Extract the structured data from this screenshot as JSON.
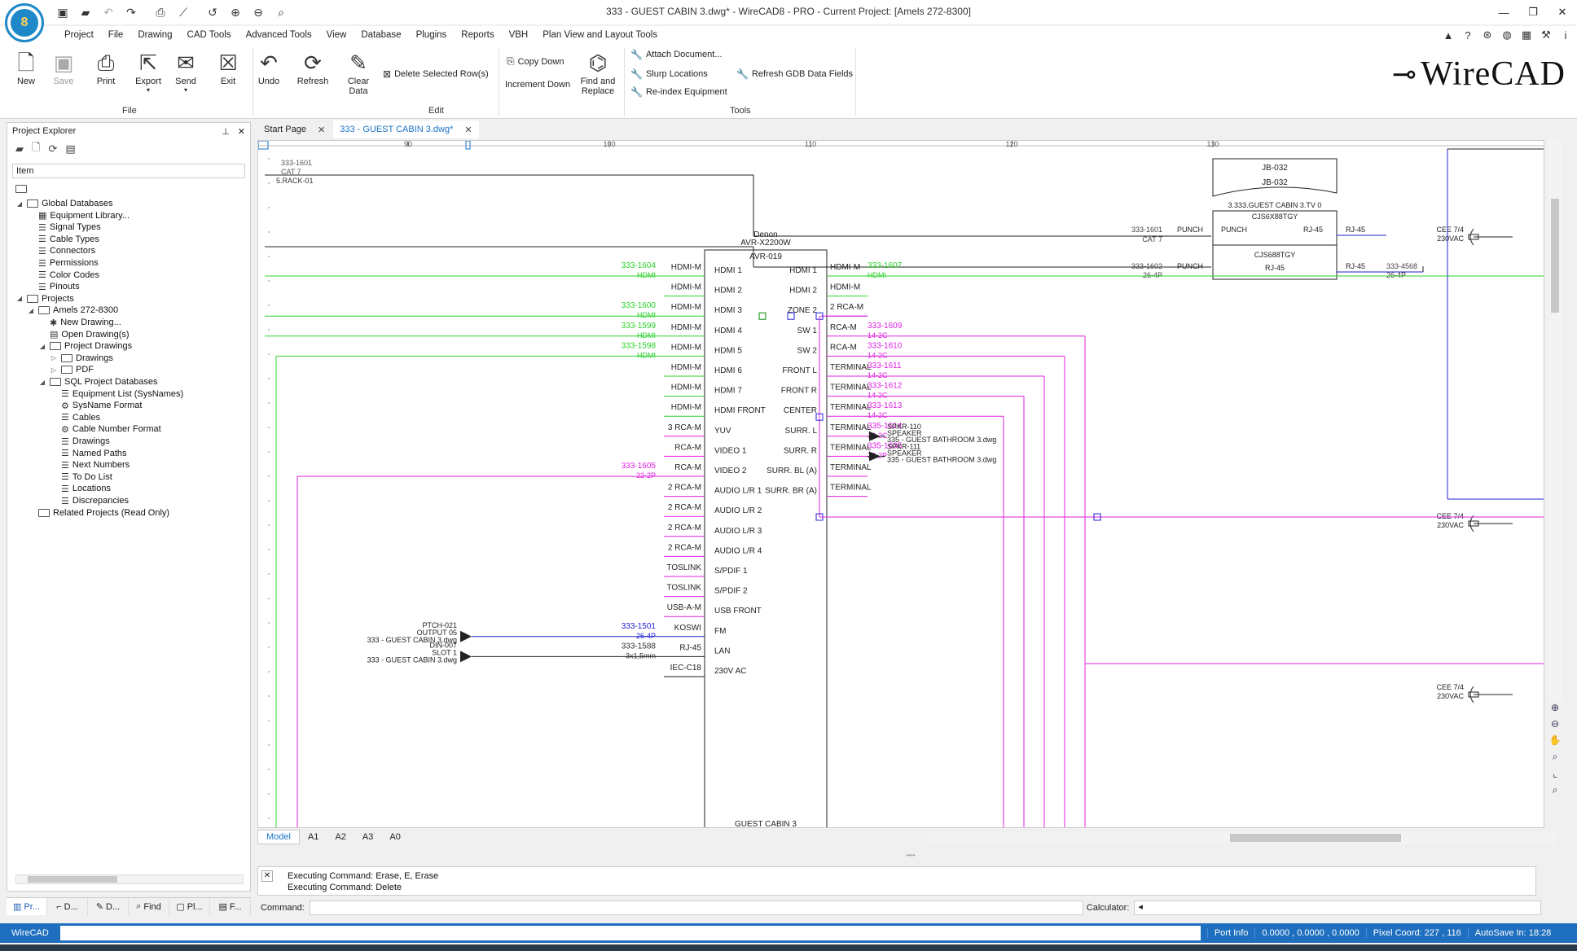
{
  "window": {
    "title": "333 - GUEST CABIN 3.dwg* - WireCAD8 - PRO - Current Project: [Amels 272-8300]",
    "logo_text": "8"
  },
  "menu": [
    "Project",
    "File",
    "Drawing",
    "CAD Tools",
    "Advanced Tools",
    "View",
    "Database",
    "Plugins",
    "Reports",
    "VBH",
    "Plan View and Layout Tools"
  ],
  "ribbon": {
    "file": {
      "new": "New",
      "save": "Save",
      "print": "Print",
      "export": "Export",
      "send": "Send",
      "exit": "Exit",
      "group": "File"
    },
    "edit": {
      "undo": "Undo",
      "refresh": "Refresh",
      "clear": "Clear\nData",
      "delete_rows": "Delete Selected Row(s)",
      "copy_down": "Copy Down",
      "increment_down": "Increment Down",
      "find_replace": "Find and\nReplace",
      "group": "Edit"
    },
    "tools": {
      "attach": "Attach Document...",
      "slurp": "Slurp Locations",
      "reindex": "Re-index Equipment",
      "refresh_gdb": "Refresh GDB Data Fields",
      "group": "Tools"
    },
    "brand": "WireCAD"
  },
  "explorer": {
    "title": "Project Explorer",
    "column": "Item",
    "nodes": [
      {
        "label": "Global Databases",
        "level": 1,
        "exp": "◢",
        "icon": "folder"
      },
      {
        "label": "Equipment Library...",
        "level": 2,
        "exp": "",
        "icon": "grid"
      },
      {
        "label": "Signal Types",
        "level": 2,
        "exp": "",
        "icon": "list"
      },
      {
        "label": "Cable Types",
        "level": 2,
        "exp": "",
        "icon": "list"
      },
      {
        "label": "Connectors",
        "level": 2,
        "exp": "",
        "icon": "list"
      },
      {
        "label": "Permissions",
        "level": 2,
        "exp": "",
        "icon": "list"
      },
      {
        "label": "Color Codes",
        "level": 2,
        "exp": "",
        "icon": "list"
      },
      {
        "label": "Pinouts",
        "level": 2,
        "exp": "",
        "icon": "list"
      },
      {
        "label": "Projects",
        "level": 1,
        "exp": "◢",
        "icon": "folder"
      },
      {
        "label": "Amels 272-8300",
        "level": 2,
        "exp": "◢",
        "icon": "folder"
      },
      {
        "label": "New Drawing...",
        "level": 3,
        "exp": "",
        "icon": "new"
      },
      {
        "label": "Open Drawing(s)",
        "level": 3,
        "exp": "",
        "icon": "open"
      },
      {
        "label": "Project Drawings",
        "level": 3,
        "exp": "◢",
        "icon": "folder"
      },
      {
        "label": "Drawings",
        "level": 4,
        "exp": "▷",
        "icon": "folder"
      },
      {
        "label": "PDF",
        "level": 4,
        "exp": "▷",
        "icon": "folder"
      },
      {
        "label": "SQL Project Databases",
        "level": 3,
        "exp": "◢",
        "icon": "folder"
      },
      {
        "label": "Equipment List (SysNames)",
        "level": 4,
        "exp": "",
        "icon": "list"
      },
      {
        "label": "SysName Format",
        "level": 4,
        "exp": "",
        "icon": "gear"
      },
      {
        "label": "Cables",
        "level": 4,
        "exp": "",
        "icon": "list"
      },
      {
        "label": "Cable Number Format",
        "level": 4,
        "exp": "",
        "icon": "gear"
      },
      {
        "label": "Drawings",
        "level": 4,
        "exp": "",
        "icon": "list"
      },
      {
        "label": "Named Paths",
        "level": 4,
        "exp": "",
        "icon": "list"
      },
      {
        "label": "Next Numbers",
        "level": 4,
        "exp": "",
        "icon": "list"
      },
      {
        "label": "To Do List",
        "level": 4,
        "exp": "",
        "icon": "list"
      },
      {
        "label": "Locations",
        "level": 4,
        "exp": "",
        "icon": "list"
      },
      {
        "label": "Discrepancies",
        "level": 4,
        "exp": "",
        "icon": "list"
      },
      {
        "label": "Related Projects (Read Only)",
        "level": 2,
        "exp": "",
        "icon": "folder"
      }
    ],
    "tabs": [
      "Pr...",
      "D...",
      "D...",
      "Find",
      "Pl...",
      "F..."
    ]
  },
  "doctabs": [
    {
      "label": "Start Page",
      "active": false
    },
    {
      "label": "333 - GUEST CABIN 3.dwg*",
      "active": true
    }
  ],
  "drawing": {
    "ruler": [
      "90",
      "100",
      "110",
      "120",
      "130"
    ],
    "top_cable": {
      "num": "333-1601",
      "type": "CAT 7",
      "dest": "5.RACK-01"
    },
    "jb": {
      "a": "JB-032",
      "b": "JB-032",
      "loc": "3.333.GUEST CABIN 3.TV 0"
    },
    "cjs1": {
      "name": "CJS6X88TGY",
      "l": "PUNCH",
      "r": "RJ-45",
      "cable": "333-1601",
      "ctype": "CAT 7",
      "lconn": "PUNCH",
      "rconn": "RJ-45"
    },
    "cjs2": {
      "name": "CJS688TGY",
      "r": "RJ-45",
      "cable": "333-1602",
      "ctype": "26-4P",
      "lconn": "PUNCH",
      "rconn": "RJ-45",
      "rcable": "333-4568",
      "rtype": "26-4P"
    },
    "cee": [
      "CEE 7/4",
      "230VAC"
    ],
    "device": {
      "mfr": "Denon",
      "model": "AVR-X2200W",
      "id": "AVR-019",
      "loc": "GUEST CABIN 3"
    },
    "left_ports": [
      {
        "p": "HDMI 1",
        "c": "HDMI-M",
        "n": "333-1604",
        "t": "HDMI"
      },
      {
        "p": "HDMI 2",
        "c": "HDMI-M",
        "n": "",
        "t": ""
      },
      {
        "p": "HDMI 3",
        "c": "HDMI-M",
        "n": "333-1600",
        "t": "HDMI"
      },
      {
        "p": "HDMI 4",
        "c": "HDMI-M",
        "n": "333-1599",
        "t": "HDMI"
      },
      {
        "p": "HDMI 5",
        "c": "HDMI-M",
        "n": "333-1598",
        "t": "HDMI"
      },
      {
        "p": "HDMI 6",
        "c": "HDMI-M",
        "n": "",
        "t": ""
      },
      {
        "p": "HDMI 7",
        "c": "HDMI-M",
        "n": "",
        "t": ""
      },
      {
        "p": "HDMI FRONT",
        "c": "HDMI-M",
        "n": "",
        "t": ""
      },
      {
        "p": "YUV",
        "c": "3 RCA-M",
        "n": "",
        "t": ""
      },
      {
        "p": "VIDEO 1",
        "c": "RCA-M",
        "n": "",
        "t": ""
      },
      {
        "p": "VIDEO 2",
        "c": "RCA-M",
        "n": "333-1605",
        "t": "22-2P"
      },
      {
        "p": "AUDIO L/R 1",
        "c": "2 RCA-M",
        "n": "",
        "t": ""
      },
      {
        "p": "AUDIO L/R 2",
        "c": "2 RCA-M",
        "n": "",
        "t": ""
      },
      {
        "p": "AUDIO L/R 3",
        "c": "2 RCA-M",
        "n": "",
        "t": ""
      },
      {
        "p": "AUDIO L/R 4",
        "c": "2 RCA-M",
        "n": "",
        "t": ""
      },
      {
        "p": "S/PDIF 1",
        "c": "TOSLINK",
        "n": "",
        "t": ""
      },
      {
        "p": "S/PDIF 2",
        "c": "TOSLINK",
        "n": "",
        "t": ""
      },
      {
        "p": "USB FRONT",
        "c": "USB-A-M",
        "n": "",
        "t": ""
      },
      {
        "p": "FM",
        "c": "KOSWI",
        "n": "333-1501",
        "t": "26-4P"
      },
      {
        "p": "LAN",
        "c": "RJ-45",
        "n": "333-1588",
        "t": "3x1,5mm"
      },
      {
        "p": "230V AC",
        "c": "IEC-C18",
        "n": "",
        "t": ""
      }
    ],
    "right_ports": [
      {
        "p": "HDMI 1",
        "c": "HDMI-M",
        "n": "333-1607",
        "t": "HDMI"
      },
      {
        "p": "HDMI 2",
        "c": "HDMI-M",
        "n": "",
        "t": ""
      },
      {
        "p": "ZONE 2",
        "c": "2 RCA-M",
        "n": "",
        "t": ""
      },
      {
        "p": "SW 1",
        "c": "RCA-M",
        "n": "333-1609",
        "t": "14-2C"
      },
      {
        "p": "SW 2",
        "c": "RCA-M",
        "n": "333-1610",
        "t": "14-2C"
      },
      {
        "p": "FRONT L",
        "c": "TERMINAL",
        "n": "333-1611",
        "t": "14-2C"
      },
      {
        "p": "FRONT R",
        "c": "TERMINAL",
        "n": "333-1612",
        "t": "14-2C"
      },
      {
        "p": "CENTER",
        "c": "TERMINAL",
        "n": "333-1613",
        "t": "14-2C"
      },
      {
        "p": "SURR. L",
        "c": "TERMINAL",
        "n": "335-1614",
        "t": "14-2C"
      },
      {
        "p": "SURR. R",
        "c": "TERMINAL",
        "n": "335-1635",
        "t": "20-2P"
      },
      {
        "p": "SURR. BL (A)",
        "c": "TERMINAL",
        "n": "",
        "t": ""
      },
      {
        "p": "SURR. BR (A)",
        "c": "TERMINAL",
        "n": "",
        "t": ""
      }
    ],
    "speakers": [
      {
        "id": "SPKR-110",
        "type": "SPEAKER",
        "dwg": "335 - GUEST BATHROOM 3.dwg"
      },
      {
        "id": "SPKR-111",
        "type": "SPEAKER",
        "dwg": "335 - GUEST BATHROOM 3.dwg"
      }
    ],
    "ptch": {
      "id": "PTCH-021",
      "port": "OUTPUT 05",
      "dwg": "333 - GUEST CABIN 3.dwg"
    },
    "din": {
      "id": "DIN-007",
      "port": "SLOT 1",
      "dwg": "333 - GUEST CABIN 3.dwg"
    },
    "colors": {
      "green": "#2bd12b",
      "magenta": "#e020e0",
      "blue": "#2020d0",
      "black": "#222222"
    }
  },
  "layout_tabs": [
    "Model",
    "A1",
    "A2",
    "A3",
    "A0"
  ],
  "command": {
    "log": [
      "Executing Command: Erase, E, Erase",
      "Executing Command: Delete"
    ],
    "label": "Command:",
    "calc_label": "Calculator:",
    "calc_value": "◂"
  },
  "status": {
    "app": "WireCAD",
    "port": "Port Info",
    "coords": "0.0000 , 0.0000 , 0.0000",
    "pixel": "Pixel Coord: 227 , 116",
    "autosave": "AutoSave In: 18:28"
  }
}
